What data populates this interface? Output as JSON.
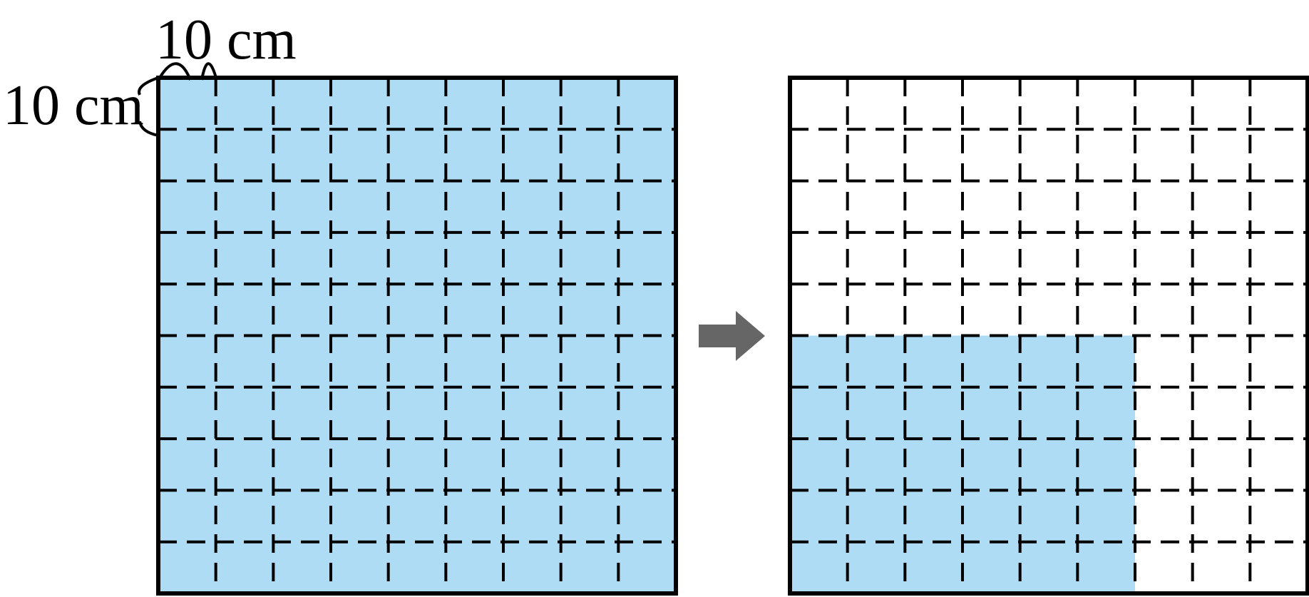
{
  "labels": {
    "top_dimension": "10 cm",
    "left_dimension": "10 cm"
  },
  "grid": {
    "rows": 10,
    "columns": 9
  },
  "left_square": {
    "filled_rows": 10,
    "filled_columns": 9
  },
  "right_square": {
    "filled_rows": 5,
    "filled_columns": 6
  },
  "arrow": {
    "direction": "right"
  },
  "colors": {
    "fill": "#aedcf4",
    "outline": "#000000",
    "arrow": "#666666",
    "background": "#ffffff"
  }
}
